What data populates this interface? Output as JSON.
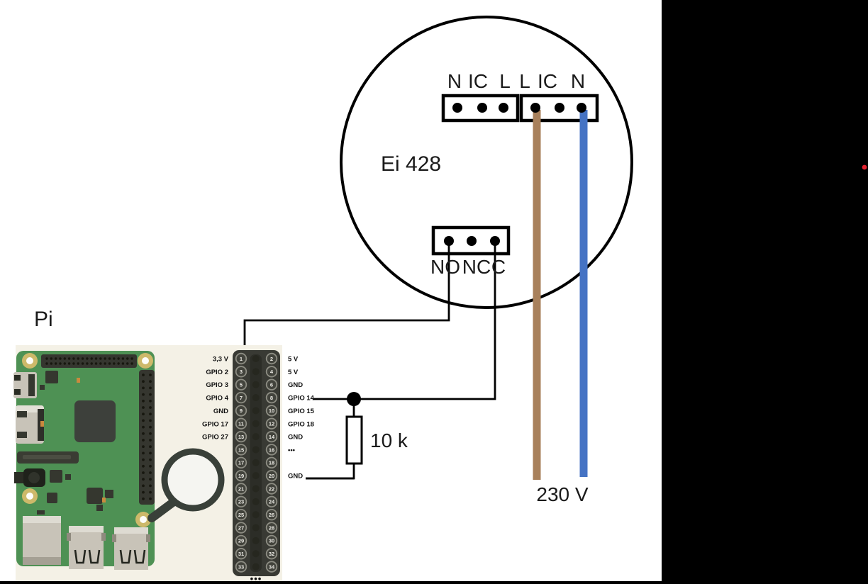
{
  "pi_title": "Pi",
  "relay": {
    "model": "Ei 428",
    "top_left_terminals": [
      "N",
      "IC",
      "L"
    ],
    "top_right_terminals": [
      "L",
      "IC",
      "N"
    ],
    "output_terminals": [
      "NO",
      "NC",
      "C"
    ]
  },
  "mains_voltage": "230 V",
  "resistor_value": "10 k",
  "gpio": {
    "left_labels": [
      "3,3 V",
      "GPIO 2",
      "GPIO 3",
      "GPIO 4",
      "GND",
      "GPIO 17",
      "GPIO 27"
    ],
    "right_labels": [
      "5 V",
      "5 V",
      "GND",
      "GPIO 14",
      "GPIO 15",
      "GPIO 18",
      "GND",
      "•••",
      "",
      "GND"
    ],
    "pin_numbers": [
      1,
      2,
      3,
      4,
      5,
      6,
      7,
      8,
      9,
      10,
      11,
      12,
      13,
      14,
      15,
      16,
      17,
      18,
      19,
      20,
      21,
      22,
      23,
      24,
      25,
      26,
      27,
      28,
      29,
      30,
      31,
      32,
      33,
      34
    ],
    "bottom_ellipsis": "•••"
  },
  "colors": {
    "live_wire_brown": "#a8805b",
    "neutral_wire_blue": "#4573c4",
    "red_dot": "#e52330",
    "pcb_green": "#4e9154",
    "photo_background": "#f4f1e6",
    "header_dark": "#393a34"
  }
}
